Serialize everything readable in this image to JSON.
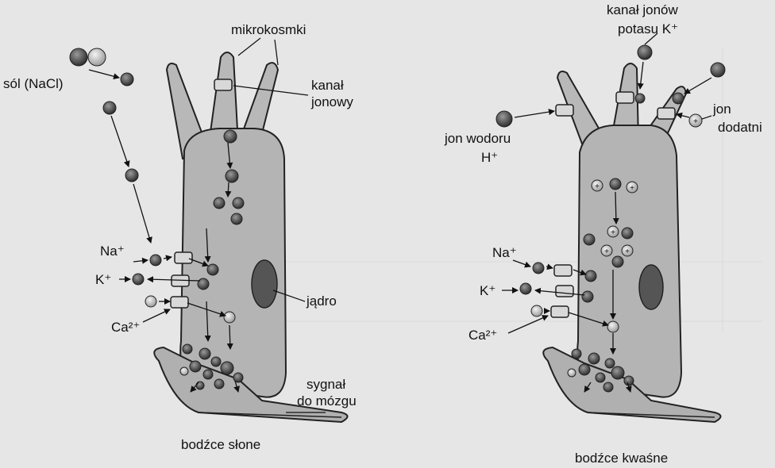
{
  "labels": {
    "microvilli": "mikrokosmki",
    "salt": "sól (NaCl)",
    "ion_channel_line1": "kanał",
    "ion_channel_line2": "jonowy",
    "nucleus": "jądro",
    "na_left": "Na⁺",
    "k_left": "K⁺",
    "ca_left": "Ca²⁺",
    "signal_line1": "sygnał",
    "signal_line2": "do mózgu",
    "salty": "bodźce słone",
    "potassium_channel_line1": "kanał jonów",
    "potassium_channel_line2": "potasu  K⁺",
    "hydrogen_ion_line1": "jon wodoru",
    "hydrogen_ion_line2": "H⁺",
    "positive_ion_line1": "jon",
    "positive_ion_line2": "dodatni",
    "na_right": "Na⁺",
    "k_right": "K⁺",
    "ca_right": "Ca²⁺",
    "sour": "bodźce kwaśne"
  },
  "colors": {
    "background": "#e9e9e9",
    "cell_fill": "#b4b4b4",
    "cell_stroke": "#222222",
    "ion_dark": "#4a4a4a",
    "ion_light": "#cfcfcf",
    "line": "#111111"
  }
}
